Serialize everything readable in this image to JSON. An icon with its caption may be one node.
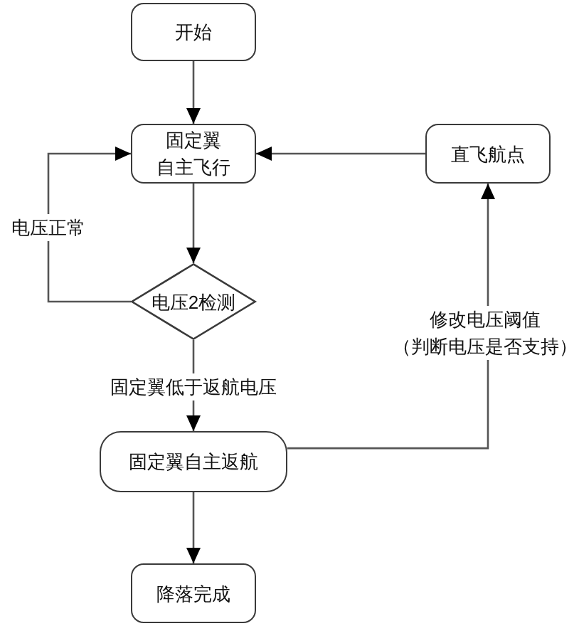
{
  "diagram": {
    "nodes": [
      {
        "text": [
          "开始"
        ]
      },
      {
        "text": [
          "固定翼自主飞行"
        ]
      },
      {
        "text": [
          "直飞航点"
        ]
      },
      {
        "text": [
          "电压2检测"
        ]
      },
      {
        "text": [
          "固定翼自主返航"
        ]
      },
      {
        "text": [
          "降落完成"
        ]
      }
    ],
    "edges": [
      {
        "from": 0,
        "to": 1,
        "arrow": "to"
      },
      {
        "from": 1,
        "to": 3,
        "arrow": "to"
      },
      {
        "from": 3,
        "to": 1,
        "arrow": "to",
        "label": "电压正常"
      },
      {
        "from": 3,
        "to": 4,
        "arrow": "to",
        "label": "固定翼低于返航电压"
      },
      {
        "from": 4,
        "to": 2,
        "arrow": "to",
        "label": "修改电压阈值（判断电压是否支持）"
      },
      {
        "from": 2,
        "to": 1,
        "arrow": "to"
      },
      {
        "from": 4,
        "to": 5,
        "arrow": "to"
      }
    ]
  }
}
